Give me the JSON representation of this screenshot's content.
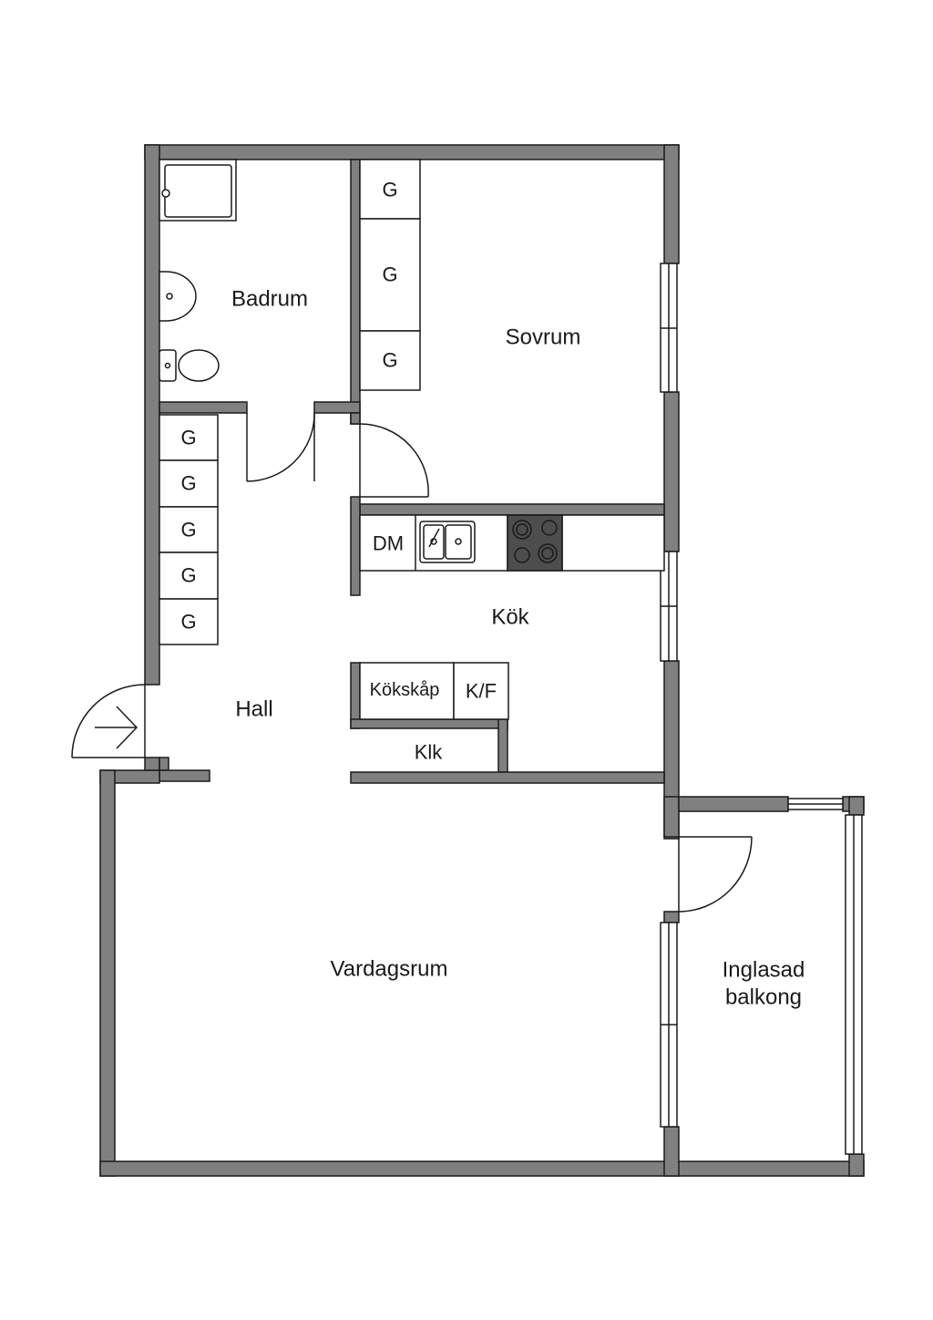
{
  "rooms": {
    "badrum": "Badrum",
    "sovrum": "Sovrum",
    "kok": "Kök",
    "hall": "Hall",
    "vardagsrum": "Vardagsrum",
    "balkong_line1": "Inglasad",
    "balkong_line2": "balkong"
  },
  "fixtures": {
    "wardrobe": "G",
    "dishwasher": "DM",
    "kitchen_cabinet": "Kökskåp",
    "fridge_freezer": "K/F",
    "closet": "Klk"
  },
  "colors": {
    "wall": "#808080",
    "wall_outline": "#1a1a1a",
    "stove": "#4d4d4d"
  }
}
